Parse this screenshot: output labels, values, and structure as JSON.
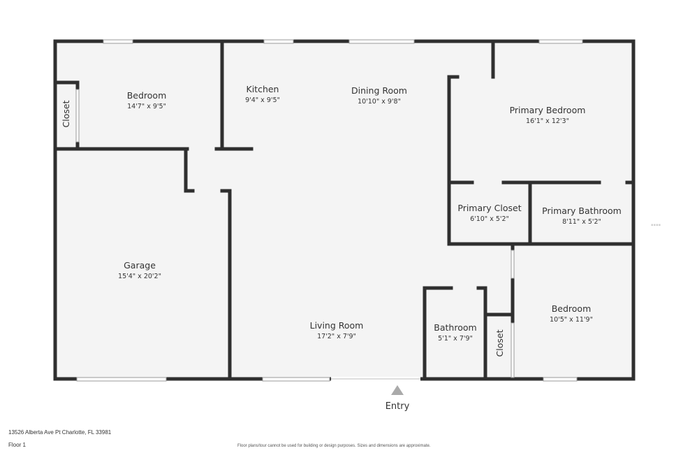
{
  "colors": {
    "wall": "#2f2f2f",
    "floor_fill": "#f4f4f4",
    "window": "#9a9a9a",
    "entry_marker": "#aaaaaa"
  },
  "rooms": {
    "bedroom_1": {
      "name": "Bedroom",
      "dim": "14'7\" x 9'5\""
    },
    "closet_1": {
      "name": "Closet"
    },
    "kitchen": {
      "name": "Kitchen",
      "dim": "9'4\" x 9'5\""
    },
    "dining_room": {
      "name": "Dining Room",
      "dim": "10'10\" x 9'8\""
    },
    "primary_bedroom": {
      "name": "Primary Bedroom",
      "dim": "16'1\" x 12'3\""
    },
    "primary_closet": {
      "name": "Primary Closet",
      "dim": "6'10\" x 5'2\""
    },
    "primary_bathroom": {
      "name": "Primary Bathroom",
      "dim": "8'11\" x 5'2\""
    },
    "garage": {
      "name": "Garage",
      "dim": "15'4\" x 20'2\""
    },
    "living_room": {
      "name": "Living Room",
      "dim": "17'2\" x 7'9\""
    },
    "bathroom": {
      "name": "Bathroom",
      "dim": "5'1\" x 7'9\""
    },
    "closet_2": {
      "name": "Closet"
    },
    "bedroom_2": {
      "name": "Bedroom",
      "dim": "10'5\" x 11'9\""
    }
  },
  "entry_label": "Entry",
  "footer": {
    "address": "13526 Alberta Ave Pt Charlotte, FL 33981",
    "floor": "Floor 1",
    "disclaimer": "Floor plans/tour cannot be used for building or design purposes. Sizes and dimensions are approximate."
  }
}
